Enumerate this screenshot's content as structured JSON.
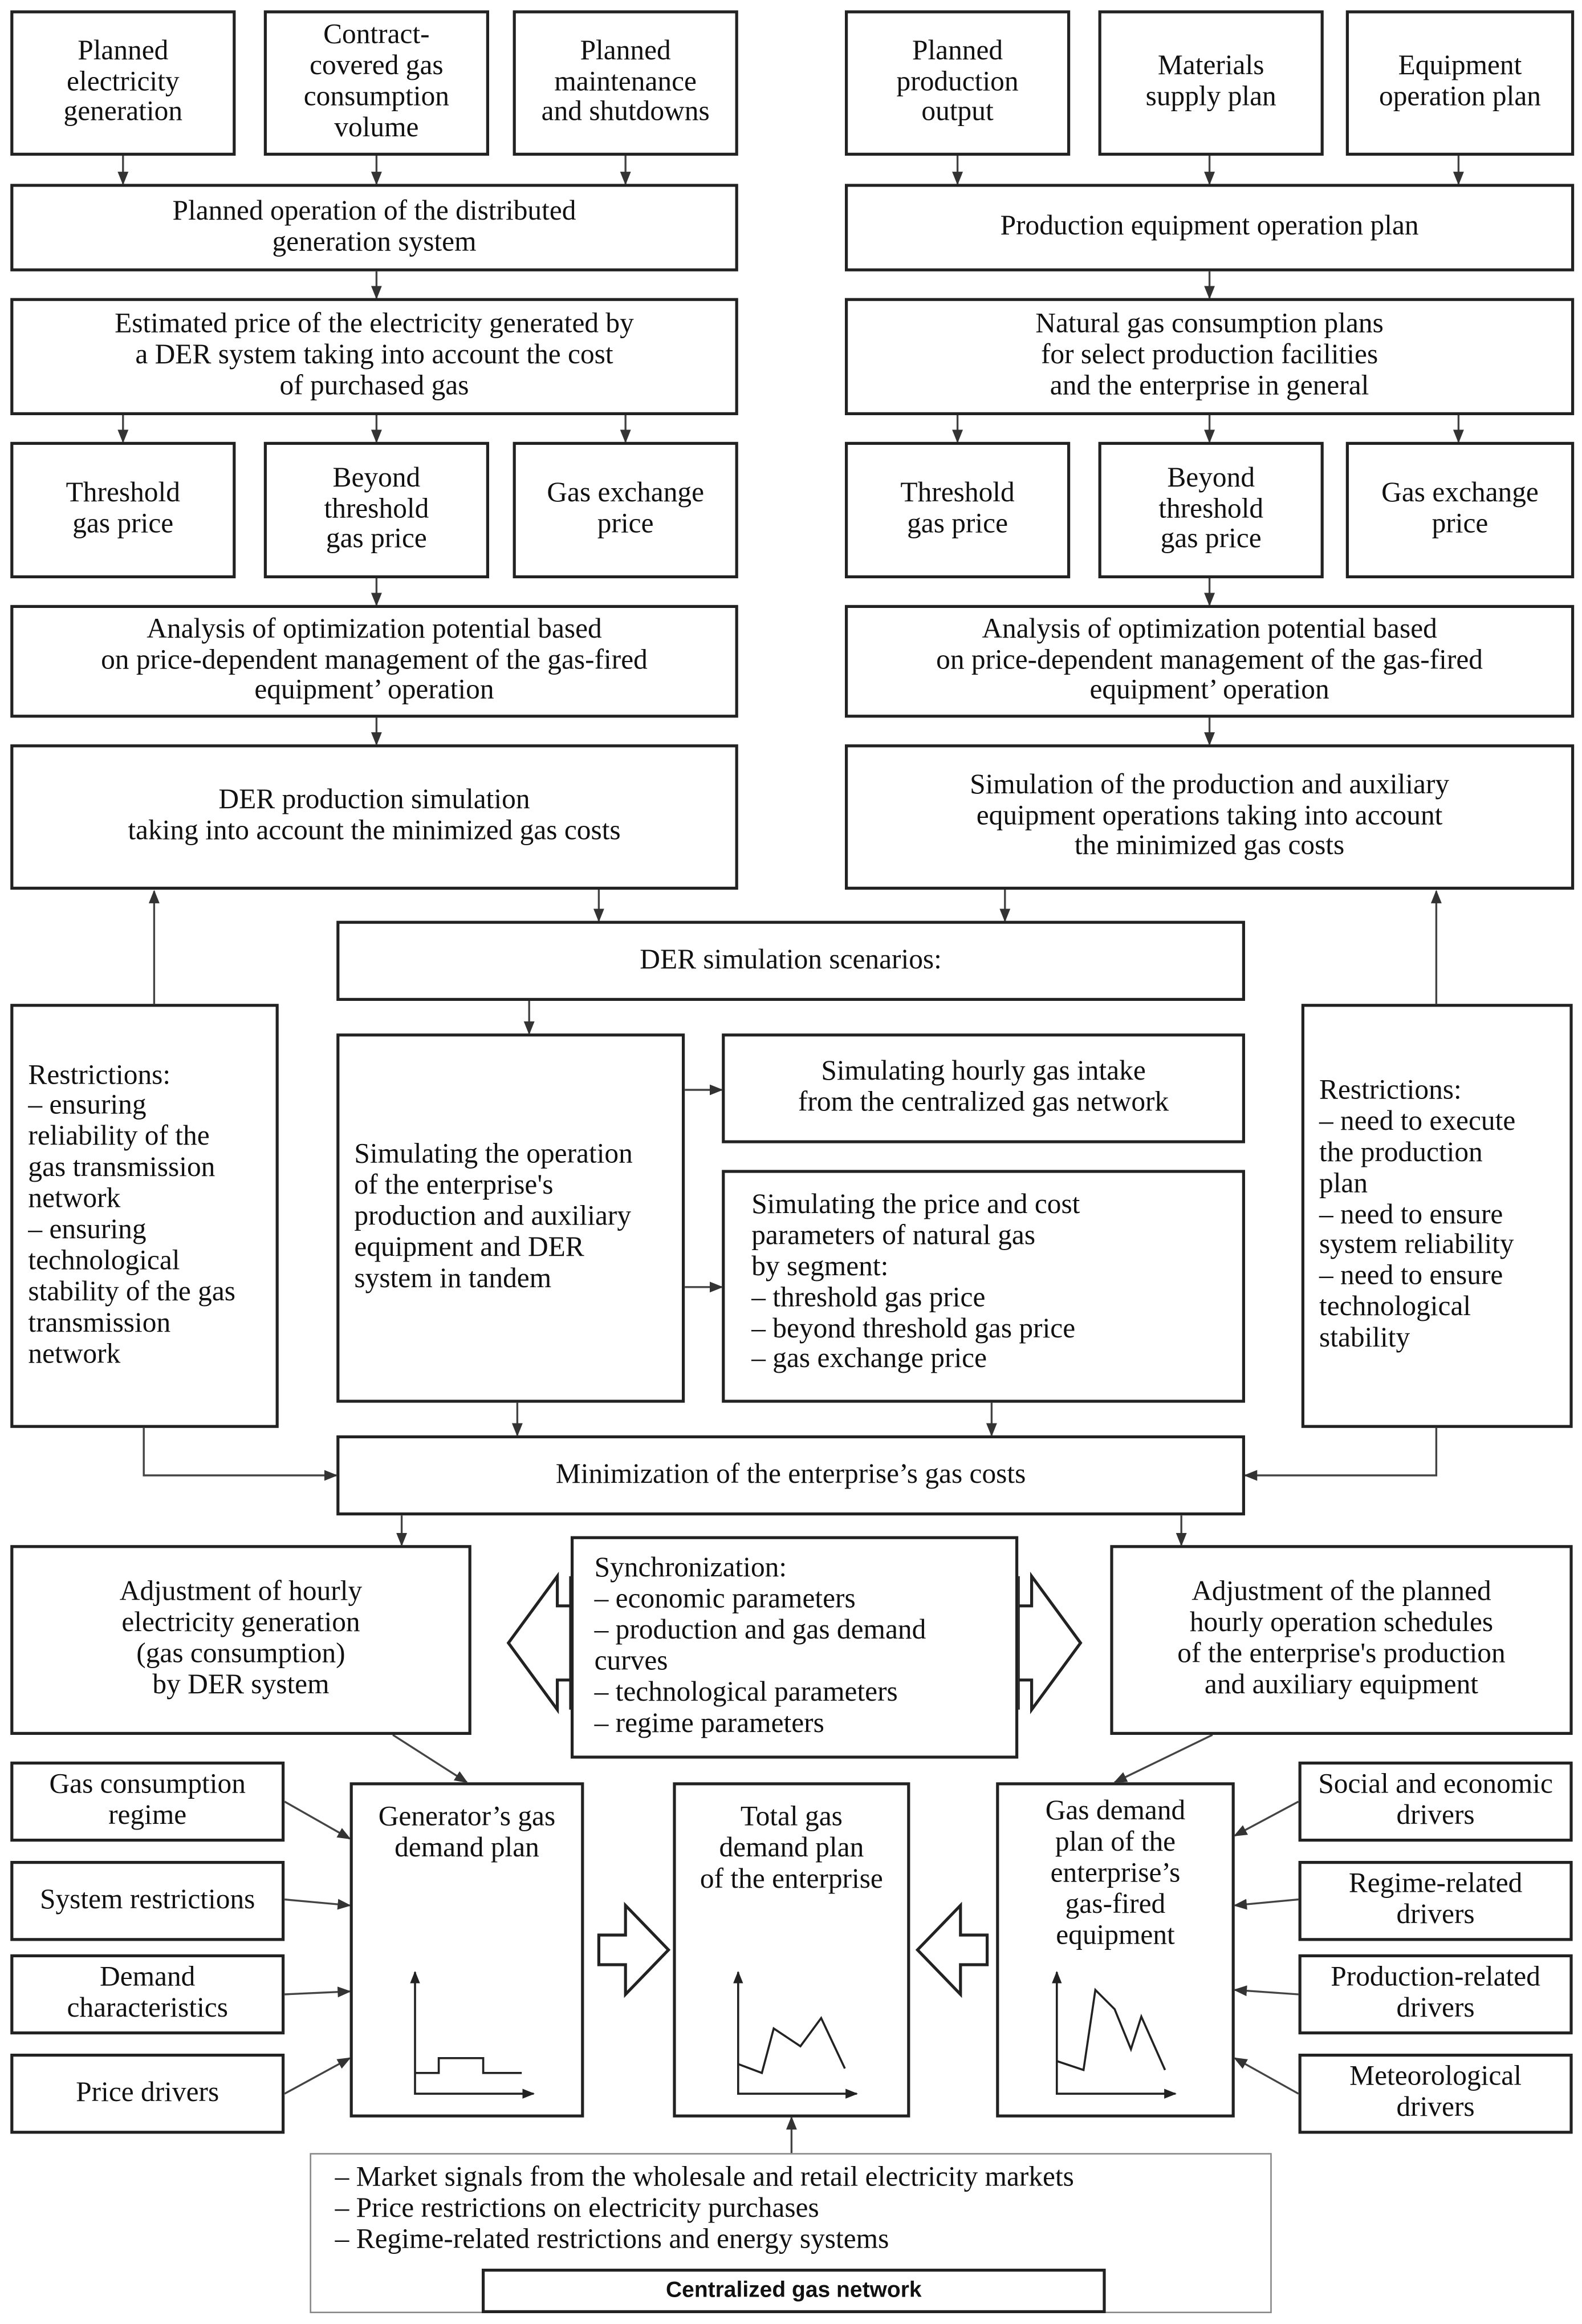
{
  "diagram": {
    "left_inputs": [
      "Planned\nelectricity\ngeneration",
      "Contract-\ncovered gas\nconsumption\nvolume",
      "Planned\nmaintenance\nand shutdowns"
    ],
    "right_inputs": [
      "Planned\nproduction\noutput",
      "Materials\nsupply plan",
      "Equipment\noperation plan"
    ],
    "left_operation": "Planned operation of the distributed\ngeneration system",
    "right_operation": "Production equipment operation plan",
    "left_estimate": "Estimated price of the electricity generated by\na DER system taking into account the cost\nof purchased gas",
    "right_estimate": "Natural gas consumption plans\nfor select production facilities\nand the enterprise in general",
    "left_prices": [
      "Threshold\ngas price",
      "Beyond\nthreshold\ngas price",
      "Gas exchange\nprice"
    ],
    "right_prices": [
      "Threshold\ngas price",
      "Beyond\nthreshold\ngas price",
      "Gas exchange\nprice"
    ],
    "left_analysis": "Analysis of optimization potential based\non price-dependent management of the gas-fired\nequipment’ operation",
    "right_analysis": "Analysis of optimization potential based\non price-dependent management of the gas-fired\nequipment’ operation",
    "left_simulation": "DER production simulation\ntaking into account the minimized gas costs",
    "right_simulation": "Simulation of the production and auxiliary\nequipment operations taking into account\nthe minimized gas costs",
    "scenarios": "DER simulation scenarios:",
    "left_restrictions": "Restrictions:\n– ensuring\nreliability of the\ngas transmission\nnetwork\n– ensuring\ntechnological\nstability of the gas\ntransmission\nnetwork",
    "right_restrictions": "Restrictions:\n– need to execute\nthe production\nplan\n– need to ensure\nsystem reliability\n– need to ensure\ntechnological\nstability",
    "tandem": "Simulating the operation\nof the enterprise's\nproduction and auxiliary\nequipment and DER\nsystem in tandem",
    "hourly_intake": "Simulating hourly gas intake\nfrom the centralized gas network",
    "price_cost": "Simulating the price and cost\nparameters of natural gas\nby segment:\n– threshold gas price\n– beyond threshold gas price\n– gas exchange price",
    "minimization": "Minimization of the enterprise’s gas costs",
    "adjust_left": "Adjustment of hourly\nelectricity generation\n(gas consumption)\nby DER system",
    "sync": "Synchronization:\n– economic parameters\n– production and gas demand\ncurves\n– technological parameters\n– regime parameters",
    "adjust_right": "Adjustment of the planned\nhourly operation schedules\nof the enterprise's production\nand auxiliary equipment",
    "left_drivers": [
      "Gas consumption\nregime",
      "System restrictions",
      "Demand\ncharacteristics",
      "Price drivers"
    ],
    "right_drivers": [
      "Social and economic\ndrivers",
      "Regime-related\ndrivers",
      "Production-related\ndrivers",
      "Meteorological\ndrivers"
    ],
    "generator_plan": "Generator’s gas\ndemand plan",
    "total_plan": "Total gas\ndemand plan\nof the enterprise",
    "equipment_plan": "Gas demand\nplan of the\nenterprise’s\ngas-fired\nequipment",
    "market_signals": "– Market signals from the wholesale and retail electricity markets\n– Price restrictions on electricity purchases\n– Regime-related restrictions and energy systems",
    "central_network": "Centralized gas network"
  }
}
